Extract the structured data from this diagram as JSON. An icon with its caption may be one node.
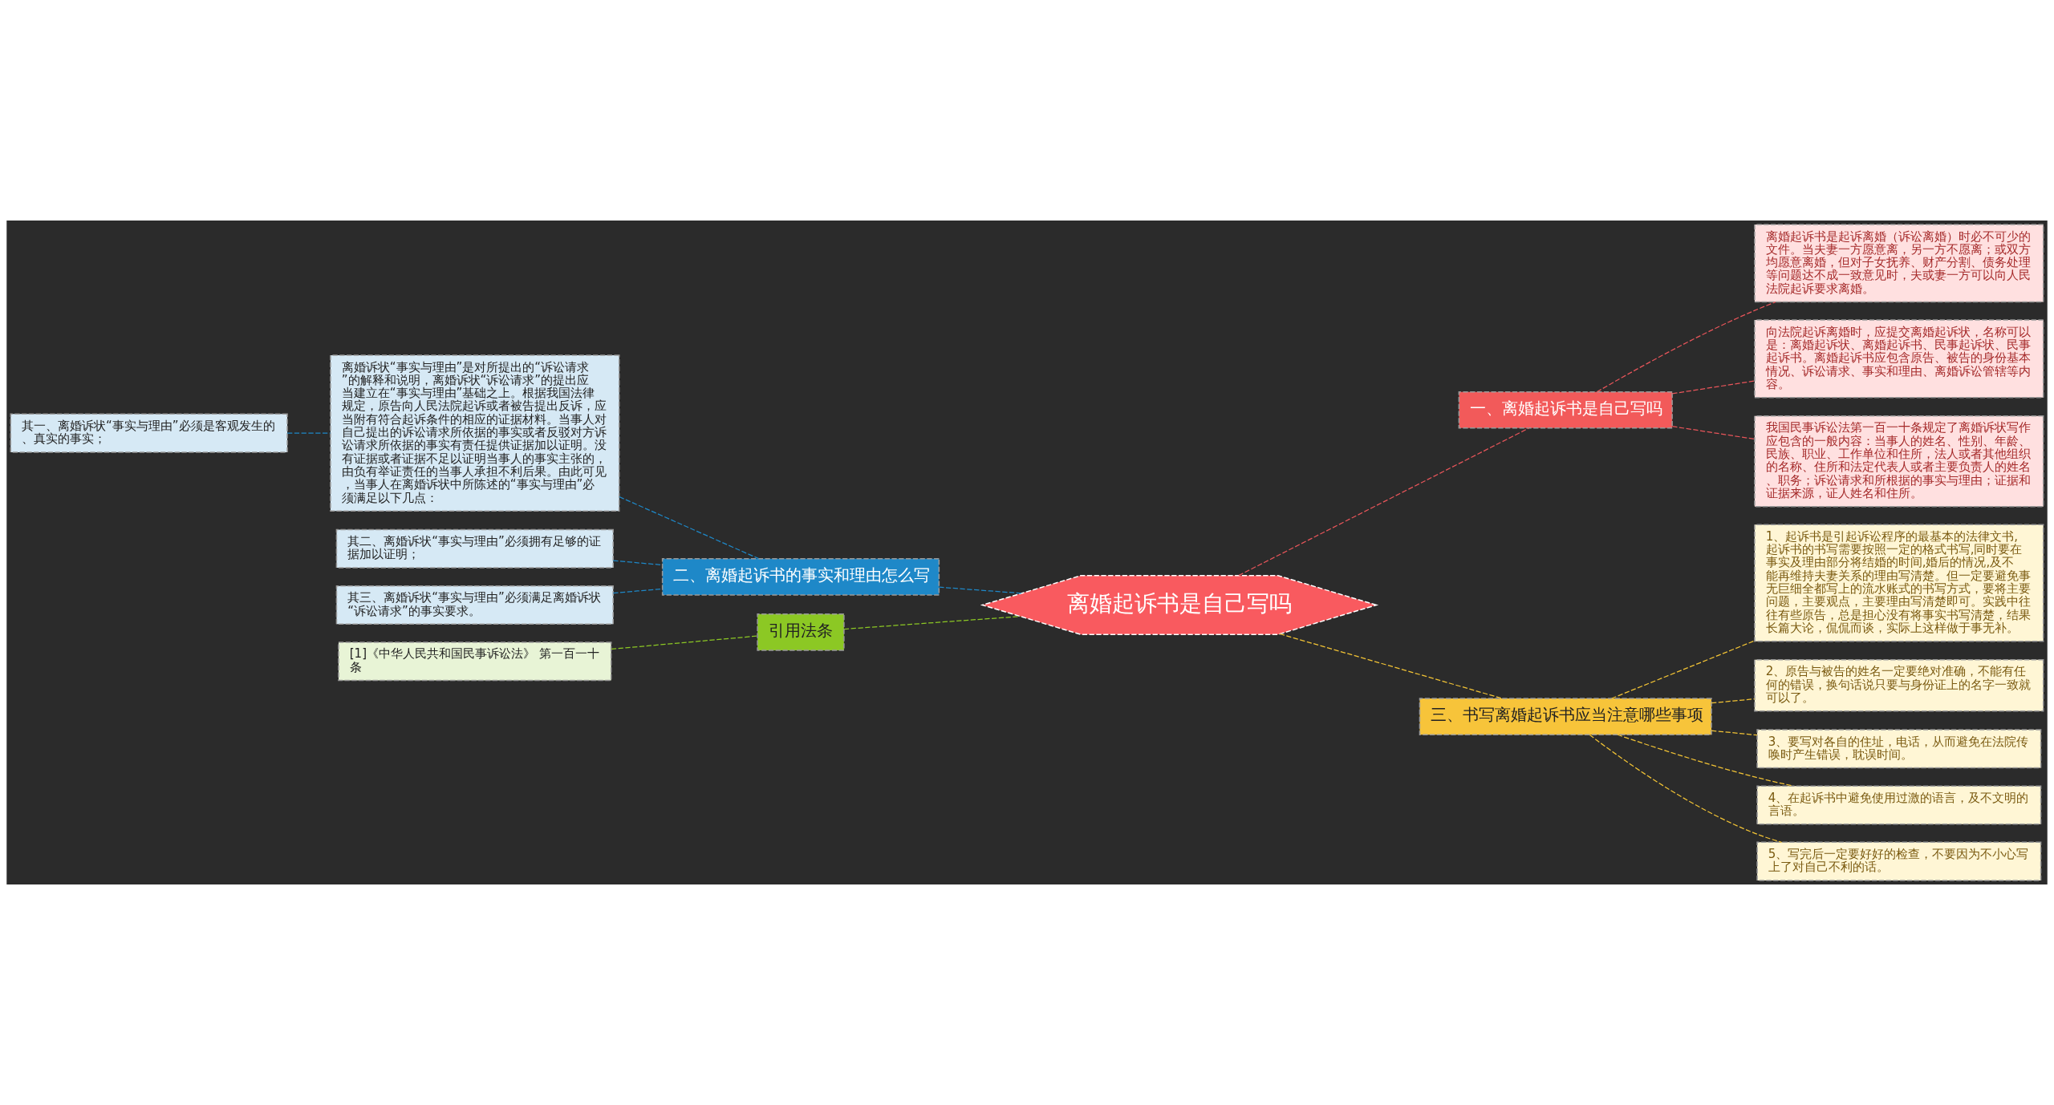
{
  "diagram": {
    "nodes": [
      {
        "text": [
          "离婚起诉书是自己写吗"
        ]
      },
      {
        "text": [
          "一、离婚起诉书是自己写吗"
        ]
      },
      {
        "text": [
          "离婚起诉书是起诉离婚（诉讼离婚）时必不可少的文件。当夫妻一方愿意离，另一方不愿离；或双方均愿意离婚，但对子女抚养、财产分割、债务处理等问题达不成一致意见时，夫或妻一方可以向人民法院起诉要求离婚。"
        ]
      },
      {
        "text": [
          "向法院起诉离婚时，应提交离婚起诉状，名称可以是：离婚起诉状、离婚起诉书、民事起诉状、民事起诉书。离婚起诉书应包含原告、被告的身份基本情况、诉讼请求、事实和理由、离婚诉讼管辖等内容。"
        ]
      },
      {
        "text": [
          "我国民事诉讼法第一百一十条规定了离婚诉状写作应包含的一般内容：当事人的姓名、性别、年龄、民族、职业、工作单位和住所，法人或者其他组织的名称、住所和法定代表人或者主要负责人的姓名、职务；诉讼请求和所根据的事实与理由；证据和证据来源，证人姓名和住所。"
        ]
      },
      {
        "text": [
          "二、离婚起诉书的事实和理由怎么写"
        ]
      },
      {
        "text": [
          "离婚诉状“事实与理由”是对所提出的“诉讼请求”的解释和说明，离婚诉状“诉讼请求”的提出应当建立在“事实与理由”基础之上。根据我国法律规定，原告向人民法院起诉或者被告提出反诉，应当附有符合起诉条件的相应的证据材料。当事人对自己提出的诉讼请求所依据的事实或者反驳对方诉讼请求所依据的事实有责任提供证据加以证明。没有证据或者证据不足以证明当事人的事实主张的，由负有举证责任的当事人承担不利后果。由此可见，当事人在离婚诉状中所陈述的“事实与理由”必须满足以下几点："
        ]
      },
      {
        "text": [
          "其一、离婚诉状“事实与理由”必须是客观发生的、真实的事实；"
        ]
      },
      {
        "text": [
          "其二、离婚诉状“事实与理由”必须拥有足够的证据加以证明；"
        ]
      },
      {
        "text": [
          "其三、离婚诉状“事实与理由”必须满足离婚诉状“诉讼请求”的事实要求。"
        ]
      },
      {
        "text": [
          "引用法条"
        ]
      },
      {
        "text": [
          "[1]《中华人民共和国民事诉讼法》 第一百一十条"
        ]
      },
      {
        "text": [
          "三、书写离婚起诉书应当注意哪些事项"
        ]
      },
      {
        "text": [
          "1、起诉书是引起诉讼程序的最基本的法律文书,起诉书的书写需要按照一定的格式书写,同时要在事实及理由部分将结婚的时间,婚后的情况,及不能再维持夫妻关系的理由写清楚。但一定要避免事无巨细全都写上的流水账式的书写方式，要将主要问题，主要观点，主要理由写清楚即可。实践中往往有些原告，总是担心没有将事实书写清楚，结果长篇大论，侃侃而谈，实际上这样做于事无补。"
        ]
      },
      {
        "text": [
          "2、原告与被告的姓名一定要绝对准确，不能有任何的错误，换句话说只要与身份证上的名字一致就可以了。"
        ]
      },
      {
        "text": [
          "3、要写对各自的住址，电话，从而避免在法院传唤时产生错误，耽误时间。"
        ]
      },
      {
        "text": [
          "4、在起诉书中避免使用过激的语言，及不文明的言语。"
        ]
      },
      {
        "text": [
          "5、写完后一定要好好的检查，不要因为不小心写上了对自己不利的话。"
        ]
      }
    ],
    "edges": [
      {
        "from": 0,
        "to": 1,
        "arrow": "none",
        "style": "dashed",
        "color": "#e8555a"
      },
      {
        "from": 1,
        "to": 2,
        "arrow": "none",
        "style": "dashed",
        "color": "#e8555a"
      },
      {
        "from": 1,
        "to": 3,
        "arrow": "none",
        "style": "dashed",
        "color": "#e8555a"
      },
      {
        "from": 1,
        "to": 4,
        "arrow": "none",
        "style": "dashed",
        "color": "#e8555a"
      },
      {
        "from": 0,
        "to": 5,
        "arrow": "none",
        "style": "dashed",
        "color": "#1e88c8"
      },
      {
        "from": 5,
        "to": 6,
        "arrow": "none",
        "style": "dashed",
        "color": "#1e88c8"
      },
      {
        "from": 6,
        "to": 7,
        "arrow": "none",
        "style": "dashed",
        "color": "#1e88c8"
      },
      {
        "from": 5,
        "to": 8,
        "arrow": "none",
        "style": "dashed",
        "color": "#1e88c8"
      },
      {
        "from": 5,
        "to": 9,
        "arrow": "none",
        "style": "dashed",
        "color": "#1e88c8"
      },
      {
        "from": 0,
        "to": 10,
        "arrow": "none",
        "style": "dashed",
        "color": "#8cc824"
      },
      {
        "from": 10,
        "to": 11,
        "arrow": "none",
        "style": "dashed",
        "color": "#8cc824"
      },
      {
        "from": 0,
        "to": 12,
        "arrow": "none",
        "style": "dashed",
        "color": "#f2c335"
      },
      {
        "from": 12,
        "to": 13,
        "arrow": "none",
        "style": "dashed",
        "color": "#f2c335"
      },
      {
        "from": 12,
        "to": 14,
        "arrow": "none",
        "style": "dashed",
        "color": "#f2c335"
      },
      {
        "from": 12,
        "to": 15,
        "arrow": "none",
        "style": "dashed",
        "color": "#f2c335"
      },
      {
        "from": 12,
        "to": 16,
        "arrow": "none",
        "style": "dashed",
        "color": "#f2c335"
      },
      {
        "from": 12,
        "to": 17,
        "arrow": "none",
        "style": "dashed",
        "color": "#f2c335"
      }
    ]
  }
}
